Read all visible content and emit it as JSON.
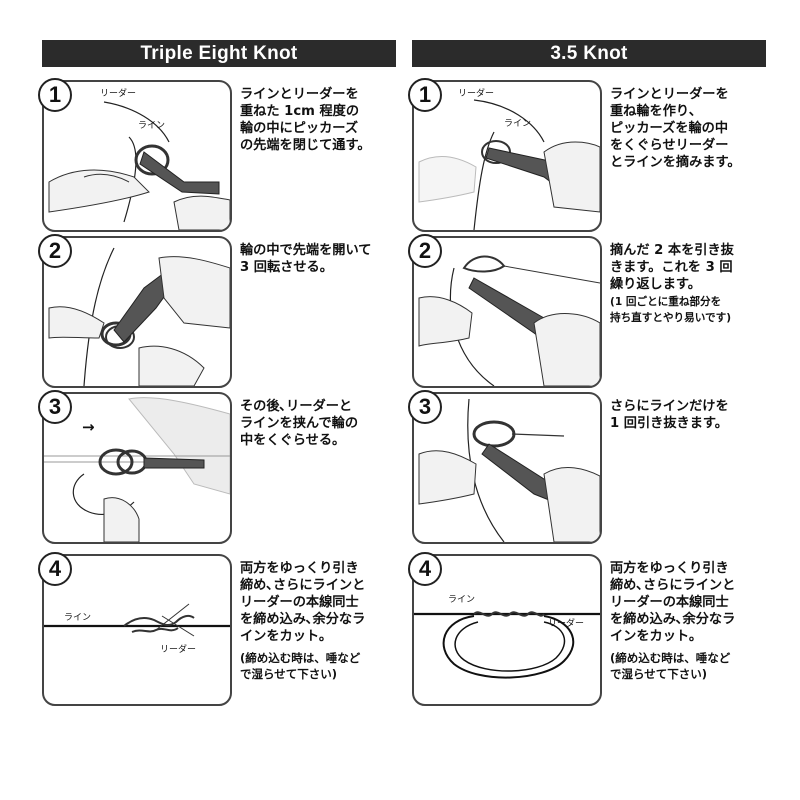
{
  "left": {
    "title": "Triple Eight Knot",
    "steps": [
      {
        "number": "1",
        "text": "ラインとリーダーを\n重ねた 1cm 程度の\n輪の中にピッカーズ\nの先端を閉じて通す。",
        "label_leader": "リーダー",
        "label_line": "ライン"
      },
      {
        "number": "2",
        "text": "輪の中で先端を開いて\n3 回転させる。"
      },
      {
        "number": "3",
        "text": "その後､リーダーと\nラインを挟んで輪の\n中をくぐらせる。"
      },
      {
        "number": "4",
        "text": "両方をゆっくり引き\n締め､さらにラインと\nリーダーの本線同士\nを締め込み､余分なラ\nインをカット。",
        "note": "(締め込む時は、唾など\n で湿らせて下さい)",
        "label_line": "ライン",
        "label_leader": "リーダー"
      }
    ]
  },
  "right": {
    "title": "3.5 Knot",
    "steps": [
      {
        "number": "1",
        "text": "ラインとリーダーを\n重ね輪を作り､\nピッカーズを輪の中\nをくぐらせリーダー\nとラインを摘みます。",
        "label_leader": "リーダー",
        "label_line": "ライン"
      },
      {
        "number": "2",
        "text": "摘んだ 2 本を引き抜\nきます。これを 3 回\n繰り返します。",
        "note": "(1 回ごとに重ね部分を\n持ち直すとやり易いです)"
      },
      {
        "number": "3",
        "text": "さらにラインだけを\n1 回引き抜きます。"
      },
      {
        "number": "4",
        "text": "両方をゆっくり引き\n締め､さらにラインと\nリーダーの本線同士\nを締め込み､余分なラ\nインをカット。",
        "note": "(締め込む時は、唾など\n で湿らせて下さい)",
        "label_line": "ライン",
        "label_leader": "リーダー"
      }
    ]
  },
  "colors": {
    "header_bg": "#2b2b2b",
    "panel_border": "#444444"
  }
}
